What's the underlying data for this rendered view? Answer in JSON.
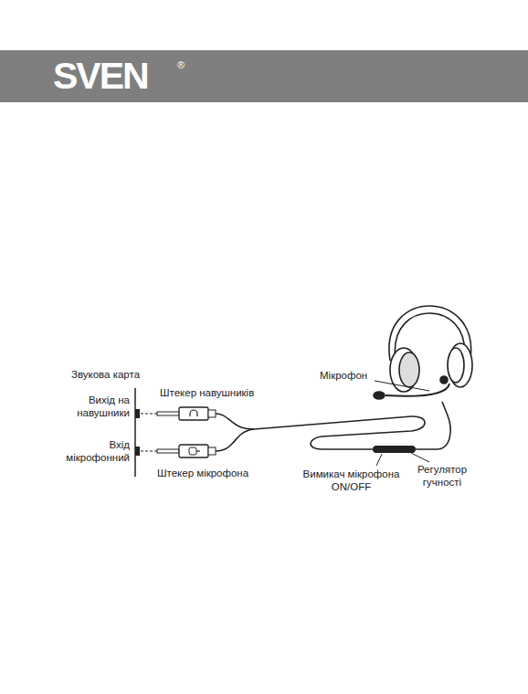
{
  "diagram": {
    "labels": [
      "SVEN",
      "®",
      "Звукова карта",
      "Вихід на навушники",
      "Вхід мікрофонний",
      "Штекер навушників",
      "Штекер мікрофона",
      "Мікрофон",
      "Вимикач мікрофона ON/OFF",
      "Регулятор гучності"
    ]
  }
}
